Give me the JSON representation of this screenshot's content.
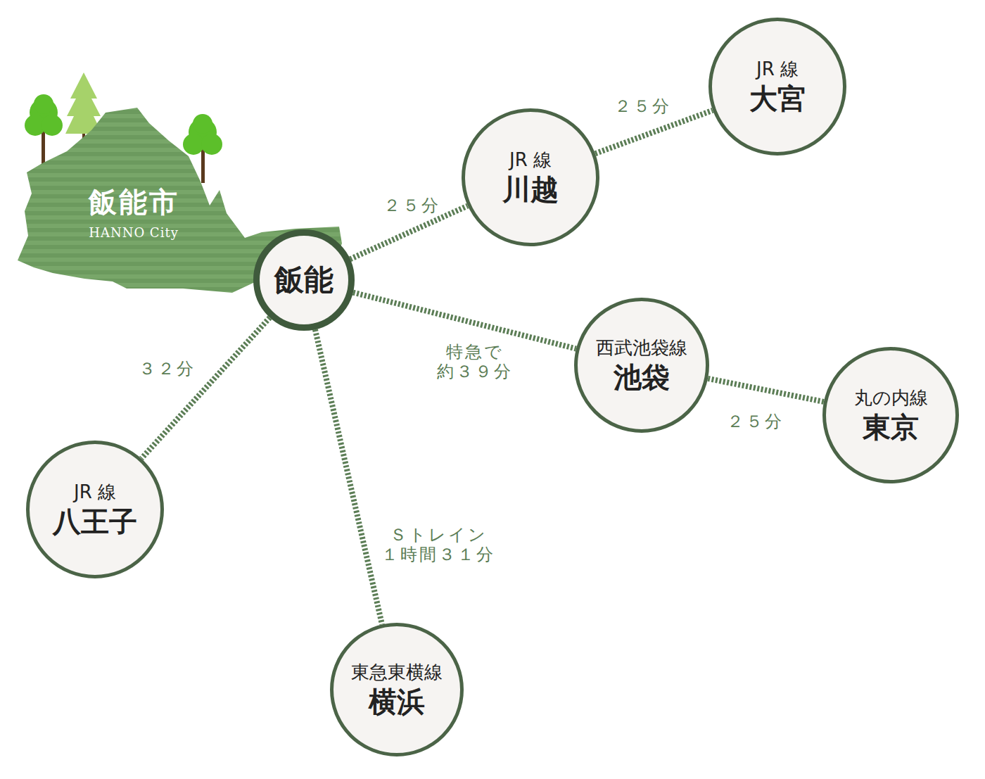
{
  "diagram": {
    "nodes": [
      {
        "text": [
          "飯能市",
          "HANNO City"
        ]
      },
      {
        "text": [
          "JR 線",
          "大宮"
        ]
      },
      {
        "text": [
          "JR 線",
          "川越"
        ]
      },
      {
        "text": [
          "飯能"
        ]
      },
      {
        "text": [
          "西武池袋線",
          "池袋"
        ]
      },
      {
        "text": [
          "丸の内線",
          "東京"
        ]
      },
      {
        "text": [
          "JR 線",
          "八王子"
        ]
      },
      {
        "text": [
          "東急東横線",
          "横浜"
        ]
      }
    ],
    "edges": [
      {
        "from": 3,
        "to": 2,
        "arrow": "none",
        "label": "２５分"
      },
      {
        "from": 2,
        "to": 1,
        "arrow": "none",
        "label": "２５分"
      },
      {
        "from": 3,
        "to": 4,
        "arrow": "none",
        "label": "特急で 約３９分"
      },
      {
        "from": 4,
        "to": 5,
        "arrow": "none",
        "label": "２５分"
      },
      {
        "from": 3,
        "to": 6,
        "arrow": "none",
        "label": "３２分"
      },
      {
        "from": 3,
        "to": 7,
        "arrow": "none",
        "label": "Ｓトレイン １時間３１分"
      }
    ]
  }
}
